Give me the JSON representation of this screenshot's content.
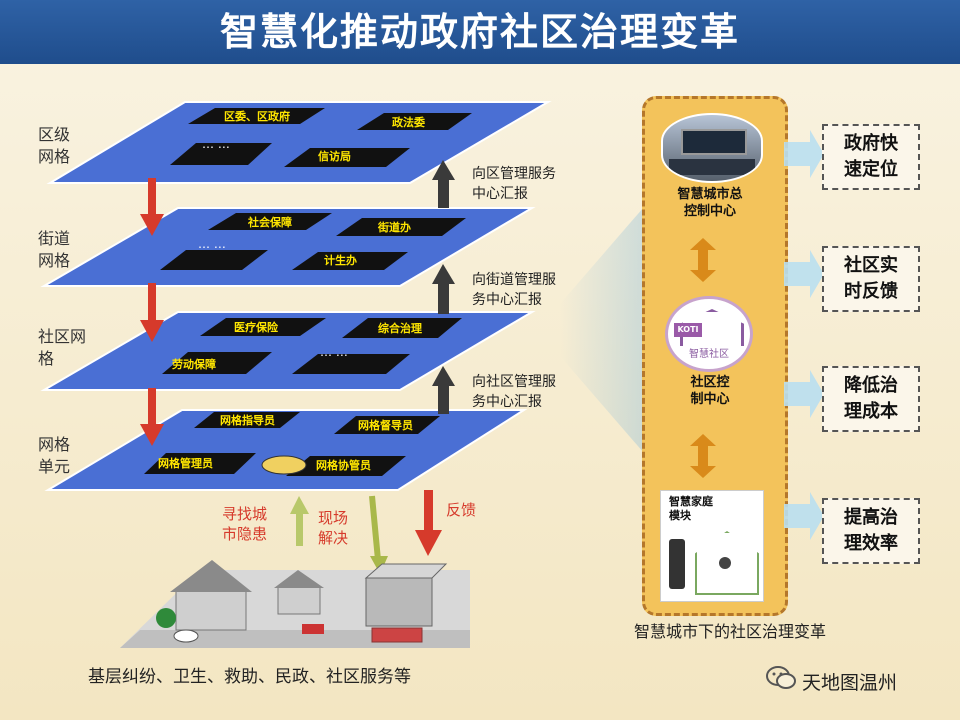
{
  "title": "智慧化推动政府社区治理变革",
  "levels": [
    {
      "label": "区级\n网格",
      "report": "向区管理服务\n中心汇报",
      "items": [
        "区委、区政府",
        "政法委",
        "信访局",
        "… …"
      ]
    },
    {
      "label": "街道\n网格",
      "report": "向街道管理服\n务中心汇报",
      "items": [
        "社会保障",
        "街道办",
        "计生办",
        "… …"
      ]
    },
    {
      "label": "社区网\n格",
      "report": "向社区管理服\n务中心汇报",
      "items": [
        "医疗保险",
        "综合治理",
        "劳动保障",
        "… …"
      ]
    },
    {
      "label": "网格\n单元",
      "items": [
        "网格指导员",
        "网格督导员",
        "网格管理员",
        "网格协管员"
      ]
    }
  ],
  "actions": {
    "find_hazards": "寻找城\n市隐患",
    "onsite": "现场\n解决",
    "feedback": "反馈"
  },
  "bottom_text": "基层纠纷、卫生、救助、民政、社区服务等",
  "center": {
    "command_center": "智慧城市总\n控制中心",
    "community_control": "社区控\n制中心",
    "community_logo": "智慧社区",
    "logo_abbr": "KOTI",
    "home_module": "智慧家庭\n模块"
  },
  "outcomes": [
    "政府快\n速定位",
    "社区实\n时反馈",
    "降低治\n理成本",
    "提高治\n理效率"
  ],
  "caption": "智慧城市下的社区治理变革",
  "watermark": "天地图温州",
  "colors": {
    "title_bg": "#1f4d8c",
    "plane": "#4a6fd4",
    "red_arrow": "#d63a2b",
    "up_arrow": "#3a3a3a",
    "center_box": "#f3c35b",
    "accent": "#ffe600"
  }
}
